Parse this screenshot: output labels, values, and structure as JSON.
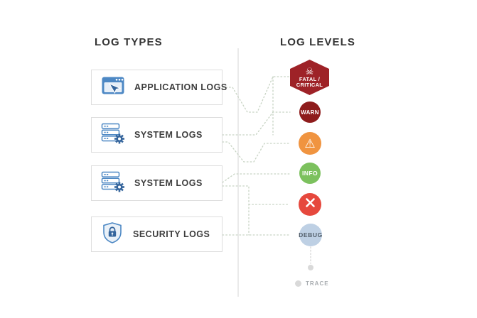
{
  "title": "Log types and log levels diagram",
  "headers": {
    "log_types": "LOG TYPES",
    "log_levels": "LOG LEVELS"
  },
  "log_types": [
    {
      "label": "APPLICATION LOGS",
      "icon": "app-window-icon"
    },
    {
      "label": "SYSTEM LOGS",
      "icon": "server-gear-icon"
    },
    {
      "label": "SYSTEM LOGS",
      "icon": "server-gear-icon"
    },
    {
      "label": "SECURITY LOGS",
      "icon": "shield-lock-icon"
    }
  ],
  "log_levels": [
    {
      "name": "fatal-critical",
      "shape": "hexagon",
      "color": "#9e2227",
      "icon": "skull-icon",
      "glyph": "☠",
      "line1": "FATAL /",
      "line2": "CRITICAL"
    },
    {
      "name": "warn",
      "shape": "circle",
      "color": "#8e1c1c",
      "text": "WARN"
    },
    {
      "name": "warning",
      "shape": "circle",
      "color": "#f09440",
      "icon": "warning-triangle-icon",
      "glyph": "⚠",
      "text": ""
    },
    {
      "name": "info",
      "shape": "circle",
      "color": "#7cc15e",
      "text": "INFO"
    },
    {
      "name": "error",
      "shape": "circle",
      "color": "#e6483d",
      "icon": "x-icon",
      "text": ""
    },
    {
      "name": "debug",
      "shape": "circle",
      "color": "#bed0e4",
      "text": "DEBUG",
      "text_color": "#505c68"
    },
    {
      "name": "trace",
      "shape": "dot",
      "color": "#d9d9d9",
      "text": "TRACE"
    }
  ],
  "colors": {
    "connector_dotted": "#c7d3c3",
    "trace_dotted": "#d8d8d8",
    "divider": "#e4e4e4",
    "box_border": "#dedede",
    "icon_blue": "#4d88c4",
    "icon_blue_dark": "#35659c",
    "label_text": "#3d3d3d"
  }
}
